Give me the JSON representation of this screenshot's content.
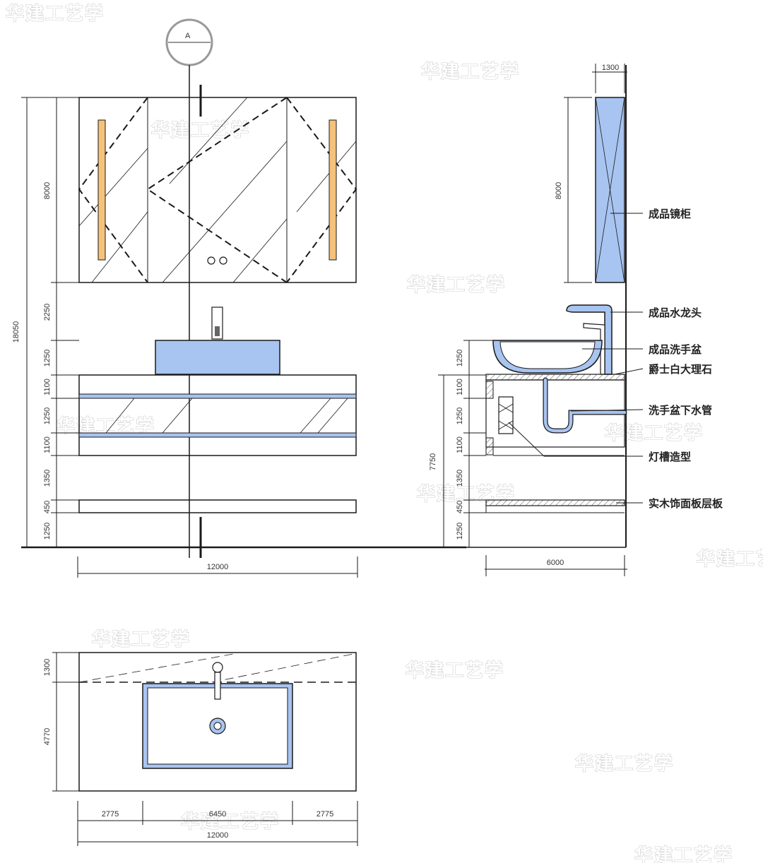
{
  "colors": {
    "line": "#1a1a1a",
    "fill_blue": "#a8c4f0",
    "light_strip": "#f6c27a",
    "watermark": "#cfcfcf"
  },
  "watermark_text": "华建工艺学",
  "front_elevation": {
    "axis_symbol": "A",
    "dims_vertical_inner": [
      "8000",
      "2250",
      "1250",
      "1100",
      "1250",
      "1100",
      "1350",
      "450",
      "1250"
    ],
    "dim_vertical_total": "18050",
    "dim_horizontal": "12000"
  },
  "side_section": {
    "dim_top": "1300",
    "dim_mirror": "8000",
    "dims_vertical": [
      "1250",
      "1100",
      "1250",
      "1100",
      "1350",
      "450",
      "1250"
    ],
    "dim_vertical_total": "7750",
    "dim_horizontal": "6000",
    "labels": {
      "mirror_cabinet": "成品镜柜",
      "faucet": "成品水龙头",
      "basin": "成品洗手盆",
      "countertop": "爵士白大理石",
      "drain": "洗手盆下水管",
      "light_groove": "灯槽造型",
      "wood_shelf": "实木饰面板层板"
    }
  },
  "plan": {
    "dims_vertical": [
      "1300",
      "4770"
    ],
    "dims_horizontal_parts": [
      "2775",
      "6450",
      "2775"
    ],
    "dim_horizontal_total": "12000"
  }
}
